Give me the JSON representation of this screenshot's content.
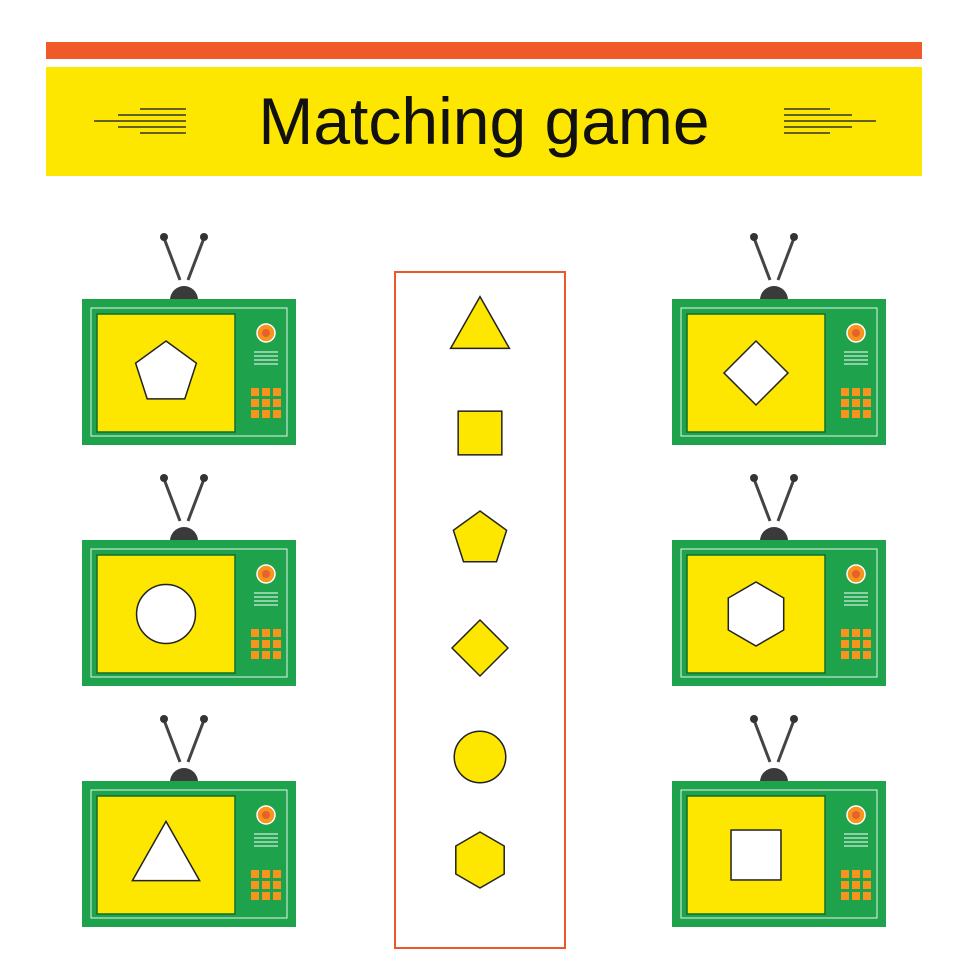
{
  "header": {
    "title": "Matching game"
  },
  "colors": {
    "accent_bar": "#f05a28",
    "banner": "#fde600",
    "tv_body": "#1ea24b",
    "tv_screen": "#fde600",
    "panel_border": "#ea5a26",
    "option_fill": "#fde600",
    "button_orange": "#f7941d"
  },
  "tv_screens": [
    {
      "column": "left",
      "row": 1,
      "shape": "pentagon"
    },
    {
      "column": "left",
      "row": 2,
      "shape": "circle"
    },
    {
      "column": "left",
      "row": 3,
      "shape": "triangle"
    },
    {
      "column": "right",
      "row": 1,
      "shape": "diamond"
    },
    {
      "column": "right",
      "row": 2,
      "shape": "hexagon"
    },
    {
      "column": "right",
      "row": 3,
      "shape": "square"
    }
  ],
  "answer_options": [
    {
      "shape": "triangle"
    },
    {
      "shape": "square"
    },
    {
      "shape": "pentagon"
    },
    {
      "shape": "diamond"
    },
    {
      "shape": "circle"
    },
    {
      "shape": "hexagon"
    }
  ]
}
